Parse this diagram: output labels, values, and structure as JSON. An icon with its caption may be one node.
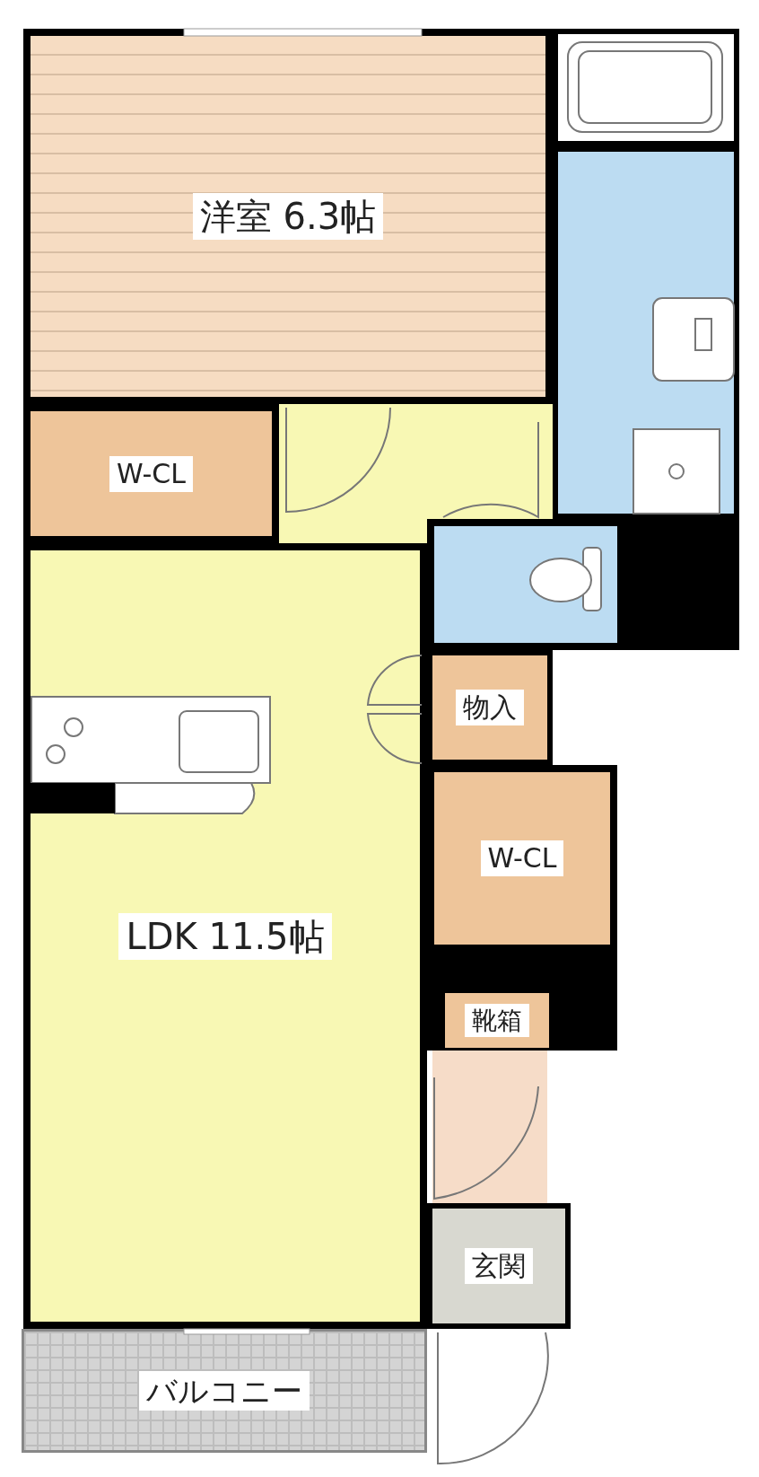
{
  "diagram": {
    "nodes": [
      {
        "text": [
          "洋室 6.3帖"
        ]
      },
      {
        "text": [],
        "shape": "box"
      },
      {
        "text": [],
        "shape": "box"
      },
      {
        "text": [
          "W-CL"
        ]
      },
      {
        "text": [
          "LDK 11.5帖"
        ]
      },
      {
        "text": [],
        "shape": "box"
      },
      {
        "text": [
          "物入"
        ]
      },
      {
        "text": [
          "W-CL"
        ]
      },
      {
        "text": [
          "靴箱"
        ]
      },
      {
        "text": [
          "玄関"
        ]
      },
      {
        "text": [
          "バルコニー"
        ]
      }
    ]
  }
}
